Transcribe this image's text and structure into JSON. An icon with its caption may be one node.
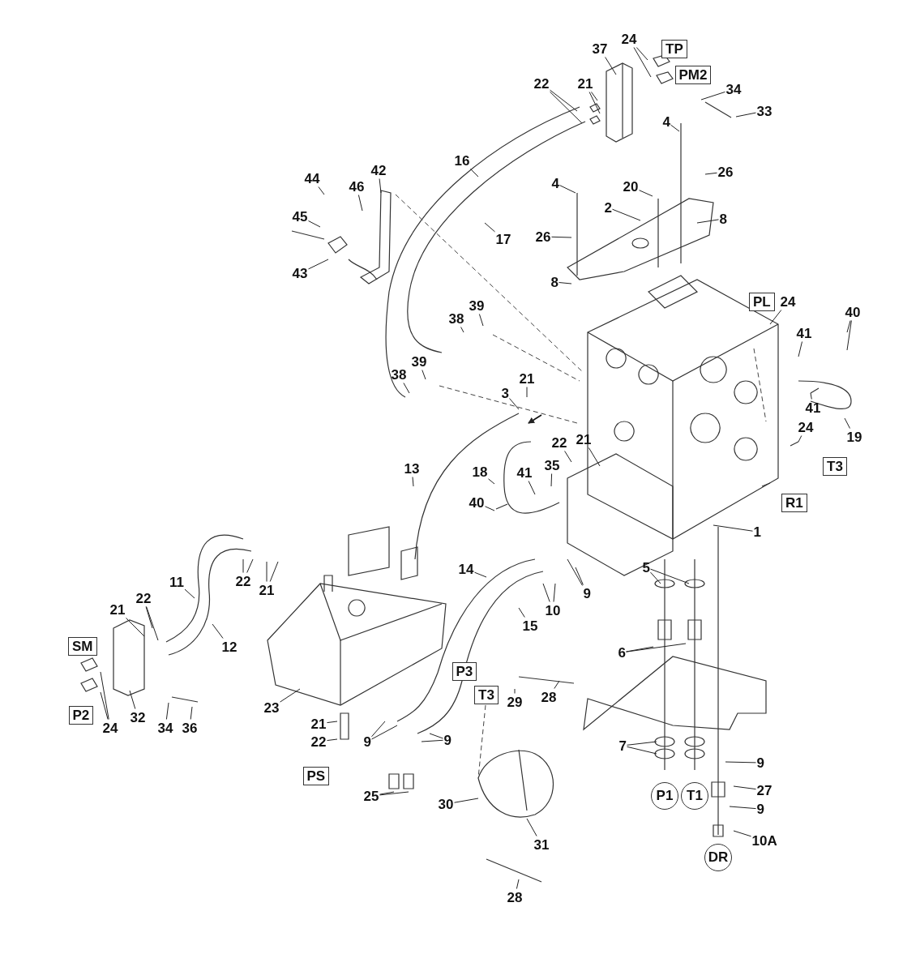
{
  "diagram": {
    "nodes": [
      {
        "text": [
          "24"
        ]
      },
      {
        "text": [
          "TP"
        ]
      },
      {
        "text": [
          "37"
        ]
      },
      {
        "text": [
          "PM2"
        ]
      },
      {
        "text": [
          "22"
        ]
      },
      {
        "text": [
          "21"
        ]
      },
      {
        "text": [
          "34"
        ]
      },
      {
        "text": [
          "33"
        ]
      },
      {
        "text": [
          "4"
        ]
      },
      {
        "text": [
          "16"
        ]
      },
      {
        "text": [
          "42"
        ]
      },
      {
        "text": [
          "26"
        ]
      },
      {
        "text": [
          "44"
        ]
      },
      {
        "text": [
          "4"
        ]
      },
      {
        "text": [
          "20"
        ]
      },
      {
        "text": [
          "46"
        ]
      },
      {
        "text": [
          "2"
        ]
      },
      {
        "text": [
          "45"
        ]
      },
      {
        "text": [
          "8"
        ]
      },
      {
        "text": [
          "26"
        ]
      },
      {
        "text": [
          "17"
        ]
      },
      {
        "text": [
          "43"
        ]
      },
      {
        "text": [
          "8"
        ]
      },
      {
        "text": [
          "PL"
        ]
      },
      {
        "text": [
          "24"
        ]
      },
      {
        "text": [
          "39"
        ]
      },
      {
        "text": [
          "40"
        ]
      },
      {
        "text": [
          "38"
        ]
      },
      {
        "text": [
          "41"
        ]
      },
      {
        "text": [
          "39"
        ]
      },
      {
        "text": [
          "38"
        ]
      },
      {
        "text": [
          "21"
        ]
      },
      {
        "text": [
          "3"
        ]
      },
      {
        "text": [
          "41"
        ]
      },
      {
        "text": [
          "24"
        ]
      },
      {
        "text": [
          "19"
        ]
      },
      {
        "text": [
          "21"
        ]
      },
      {
        "text": [
          "22"
        ]
      },
      {
        "text": [
          "35"
        ]
      },
      {
        "text": [
          "T3"
        ]
      },
      {
        "text": [
          "13"
        ]
      },
      {
        "text": [
          "18"
        ]
      },
      {
        "text": [
          "41"
        ]
      },
      {
        "text": [
          "40"
        ]
      },
      {
        "text": [
          "R1"
        ]
      },
      {
        "text": [
          "1"
        ]
      },
      {
        "text": [
          "5"
        ]
      },
      {
        "text": [
          "14"
        ]
      },
      {
        "text": [
          "22"
        ]
      },
      {
        "text": [
          "11"
        ]
      },
      {
        "text": [
          "21"
        ]
      },
      {
        "text": [
          "9"
        ]
      },
      {
        "text": [
          "22"
        ]
      },
      {
        "text": [
          "21"
        ]
      },
      {
        "text": [
          "10"
        ]
      },
      {
        "text": [
          "15"
        ]
      },
      {
        "text": [
          "SM"
        ]
      },
      {
        "text": [
          "12"
        ]
      },
      {
        "text": [
          "6"
        ]
      },
      {
        "text": [
          "P3"
        ]
      },
      {
        "text": [
          "T3"
        ]
      },
      {
        "text": [
          "28"
        ]
      },
      {
        "text": [
          "29"
        ]
      },
      {
        "text": [
          "23"
        ]
      },
      {
        "text": [
          "P2"
        ]
      },
      {
        "text": [
          "32"
        ]
      },
      {
        "text": [
          "21"
        ]
      },
      {
        "text": [
          "24"
        ]
      },
      {
        "text": [
          "34"
        ]
      },
      {
        "text": [
          "36"
        ]
      },
      {
        "text": [
          "9"
        ]
      },
      {
        "text": [
          "9"
        ]
      },
      {
        "text": [
          "22"
        ]
      },
      {
        "text": [
          "7"
        ]
      },
      {
        "text": [
          "9"
        ]
      },
      {
        "text": [
          "PS"
        ]
      },
      {
        "text": [
          "27"
        ]
      },
      {
        "text": [
          "P1"
        ]
      },
      {
        "text": [
          "T1"
        ]
      },
      {
        "text": [
          "25"
        ]
      },
      {
        "text": [
          "30"
        ]
      },
      {
        "text": [
          "9"
        ]
      },
      {
        "text": [
          "10A"
        ]
      },
      {
        "text": [
          "31"
        ]
      },
      {
        "text": [
          "DR"
        ]
      },
      {
        "text": [
          "28"
        ]
      }
    ],
    "edges": [
      {
        "from": 0,
        "to": null,
        "arrow": "none"
      },
      {
        "from": 0,
        "to": null,
        "arrow": "none"
      },
      {
        "from": 2,
        "to": null,
        "arrow": "none"
      },
      {
        "from": 4,
        "to": null,
        "arrow": "none"
      },
      {
        "from": 4,
        "to": null,
        "arrow": "none"
      },
      {
        "from": 5,
        "to": null,
        "arrow": "none"
      },
      {
        "from": 5,
        "to": null,
        "arrow": "none"
      },
      {
        "from": 6,
        "to": null,
        "arrow": "none"
      },
      {
        "from": 7,
        "to": null,
        "arrow": "none"
      },
      {
        "from": 8,
        "to": null,
        "arrow": "none"
      },
      {
        "from": 9,
        "to": null,
        "arrow": "none"
      },
      {
        "from": 10,
        "to": null,
        "arrow": "none"
      },
      {
        "from": 11,
        "to": null,
        "arrow": "none"
      },
      {
        "from": 12,
        "to": null,
        "arrow": "none"
      },
      {
        "from": 13,
        "to": null,
        "arrow": "none"
      },
      {
        "from": 14,
        "to": null,
        "arrow": "none"
      },
      {
        "from": 15,
        "to": null,
        "arrow": "none"
      },
      {
        "from": 16,
        "to": null,
        "arrow": "none"
      },
      {
        "from": 17,
        "to": null,
        "arrow": "none"
      },
      {
        "from": 18,
        "to": null,
        "arrow": "none"
      },
      {
        "from": 19,
        "to": null,
        "arrow": "none"
      },
      {
        "from": 20,
        "to": null,
        "arrow": "none"
      },
      {
        "from": 21,
        "to": null,
        "arrow": "none"
      },
      {
        "from": 22,
        "to": null,
        "arrow": "none"
      },
      {
        "from": 24,
        "to": null,
        "arrow": "none"
      },
      {
        "from": 25,
        "to": null,
        "arrow": "none"
      },
      {
        "from": 26,
        "to": null,
        "arrow": "none"
      },
      {
        "from": 26,
        "to": null,
        "arrow": "none"
      },
      {
        "from": 27,
        "to": null,
        "arrow": "none"
      },
      {
        "from": 28,
        "to": null,
        "arrow": "none"
      },
      {
        "from": 29,
        "to": null,
        "arrow": "none"
      },
      {
        "from": 30,
        "to": null,
        "arrow": "none"
      },
      {
        "from": 31,
        "to": null,
        "arrow": "none"
      },
      {
        "from": 32,
        "to": null,
        "arrow": "none"
      },
      {
        "from": 33,
        "to": null,
        "arrow": "none"
      },
      {
        "from": 34,
        "to": null,
        "arrow": "none"
      },
      {
        "from": 35,
        "to": null,
        "arrow": "none"
      },
      {
        "from": 36,
        "to": null,
        "arrow": "none"
      },
      {
        "from": 37,
        "to": null,
        "arrow": "none"
      },
      {
        "from": 38,
        "to": null,
        "arrow": "none"
      },
      {
        "from": 40,
        "to": null,
        "arrow": "none"
      },
      {
        "from": 41,
        "to": null,
        "arrow": "none"
      },
      {
        "from": 42,
        "to": null,
        "arrow": "none"
      },
      {
        "from": 43,
        "to": null,
        "arrow": "none"
      },
      {
        "from": 45,
        "to": null,
        "arrow": "none"
      },
      {
        "from": 46,
        "to": null,
        "arrow": "none"
      },
      {
        "from": 46,
        "to": null,
        "arrow": "none"
      },
      {
        "from": 47,
        "to": null,
        "arrow": "none"
      },
      {
        "from": 48,
        "to": null,
        "arrow": "none"
      },
      {
        "from": 48,
        "to": null,
        "arrow": "none"
      },
      {
        "from": 49,
        "to": null,
        "arrow": "none"
      },
      {
        "from": 50,
        "to": null,
        "arrow": "none"
      },
      {
        "from": 50,
        "to": null,
        "arrow": "none"
      },
      {
        "from": 51,
        "to": null,
        "arrow": "none"
      },
      {
        "from": 51,
        "to": null,
        "arrow": "none"
      },
      {
        "from": 52,
        "to": null,
        "arrow": "none"
      },
      {
        "from": 52,
        "to": null,
        "arrow": "none"
      },
      {
        "from": 53,
        "to": null,
        "arrow": "none"
      },
      {
        "from": 54,
        "to": null,
        "arrow": "none"
      },
      {
        "from": 54,
        "to": null,
        "arrow": "none"
      },
      {
        "from": 55,
        "to": null,
        "arrow": "none"
      },
      {
        "from": 57,
        "to": null,
        "arrow": "none"
      },
      {
        "from": 58,
        "to": null,
        "arrow": "none"
      },
      {
        "from": 58,
        "to": null,
        "arrow": "none"
      },
      {
        "from": 61,
        "to": null,
        "arrow": "none"
      },
      {
        "from": 62,
        "to": null,
        "arrow": "none"
      },
      {
        "from": 63,
        "to": null,
        "arrow": "none"
      },
      {
        "from": 65,
        "to": null,
        "arrow": "none"
      },
      {
        "from": 66,
        "to": null,
        "arrow": "none"
      },
      {
        "from": 67,
        "to": null,
        "arrow": "none"
      },
      {
        "from": 67,
        "to": null,
        "arrow": "none"
      },
      {
        "from": 68,
        "to": null,
        "arrow": "none"
      },
      {
        "from": 69,
        "to": null,
        "arrow": "none"
      },
      {
        "from": 70,
        "to": null,
        "arrow": "none"
      },
      {
        "from": 70,
        "to": null,
        "arrow": "none"
      },
      {
        "from": 71,
        "to": null,
        "arrow": "none"
      },
      {
        "from": 71,
        "to": null,
        "arrow": "none"
      },
      {
        "from": 72,
        "to": null,
        "arrow": "none"
      },
      {
        "from": 73,
        "to": null,
        "arrow": "none"
      },
      {
        "from": 73,
        "to": null,
        "arrow": "none"
      },
      {
        "from": 74,
        "to": null,
        "arrow": "none"
      },
      {
        "from": 76,
        "to": null,
        "arrow": "none"
      },
      {
        "from": 79,
        "to": null,
        "arrow": "none"
      },
      {
        "from": 79,
        "to": null,
        "arrow": "none"
      },
      {
        "from": 80,
        "to": null,
        "arrow": "none"
      },
      {
        "from": 81,
        "to": null,
        "arrow": "none"
      },
      {
        "from": 82,
        "to": null,
        "arrow": "none"
      },
      {
        "from": 83,
        "to": null,
        "arrow": "none"
      },
      {
        "from": 85,
        "to": null,
        "arrow": "none"
      }
    ]
  }
}
